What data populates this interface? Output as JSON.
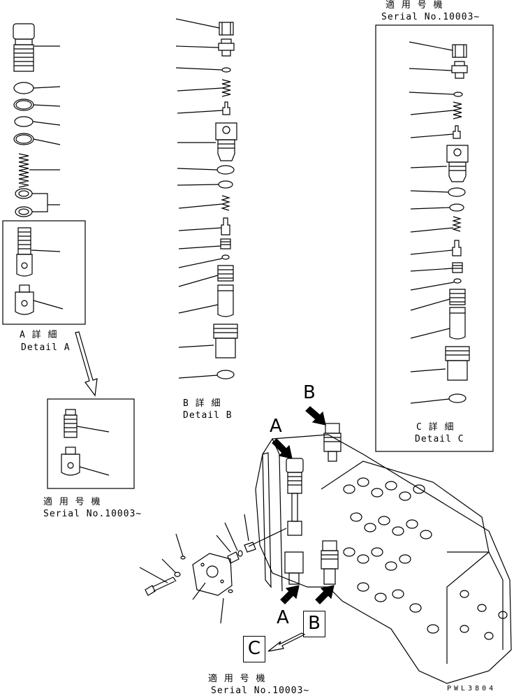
{
  "detail_a": {
    "title_jp": "A 詳 細",
    "title_en": "Detail A"
  },
  "detail_b": {
    "title_jp": "B 詳 細",
    "title_en": "Detail B"
  },
  "detail_c": {
    "serial_jp": "適 用 号 機",
    "serial_en": "Serial No.10003~",
    "title_jp": "C 詳 細",
    "title_en": "Detail C"
  },
  "detail_a_alt": {
    "serial_jp": "適 用 号 機",
    "serial_en": "Serial No.10003~"
  },
  "main_view": {
    "arrow_label_a_top": "A",
    "arrow_label_b_top": "B",
    "arrow_label_a_bottom": "A",
    "arrow_label_b_boxed": "B",
    "arrow_label_c_boxed": "C",
    "serial_jp": "適 用 号 機",
    "serial_en": "Serial No.10003~"
  },
  "drawing_code": "PWL3804"
}
